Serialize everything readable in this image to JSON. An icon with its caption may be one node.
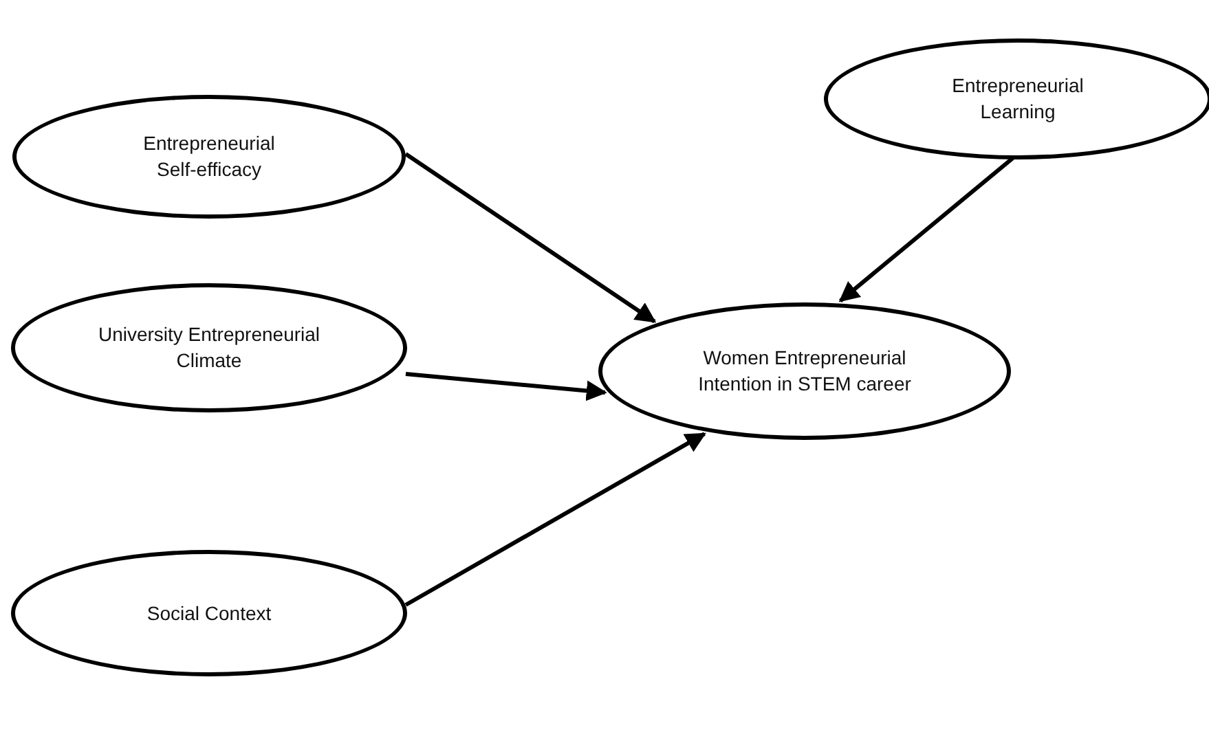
{
  "diagram": {
    "nodes": [
      {
        "text": [
          "Entrepreneurial Learning"
        ]
      },
      {
        "text": [
          "Entrepreneurial Self-efficacy"
        ]
      },
      {
        "text": [
          "University Entrepreneurial Climate"
        ]
      },
      {
        "text": [
          "Women Entrepreneurial Intention in STEM career"
        ]
      },
      {
        "text": [
          "Social Context"
        ]
      }
    ],
    "edges": [
      {
        "from": 1,
        "to": 3,
        "arrow": "to"
      },
      {
        "from": 2,
        "to": 3,
        "arrow": "to"
      },
      {
        "from": 4,
        "to": 3,
        "arrow": "to"
      },
      {
        "from": 0,
        "to": 3,
        "arrow": "to"
      }
    ]
  }
}
